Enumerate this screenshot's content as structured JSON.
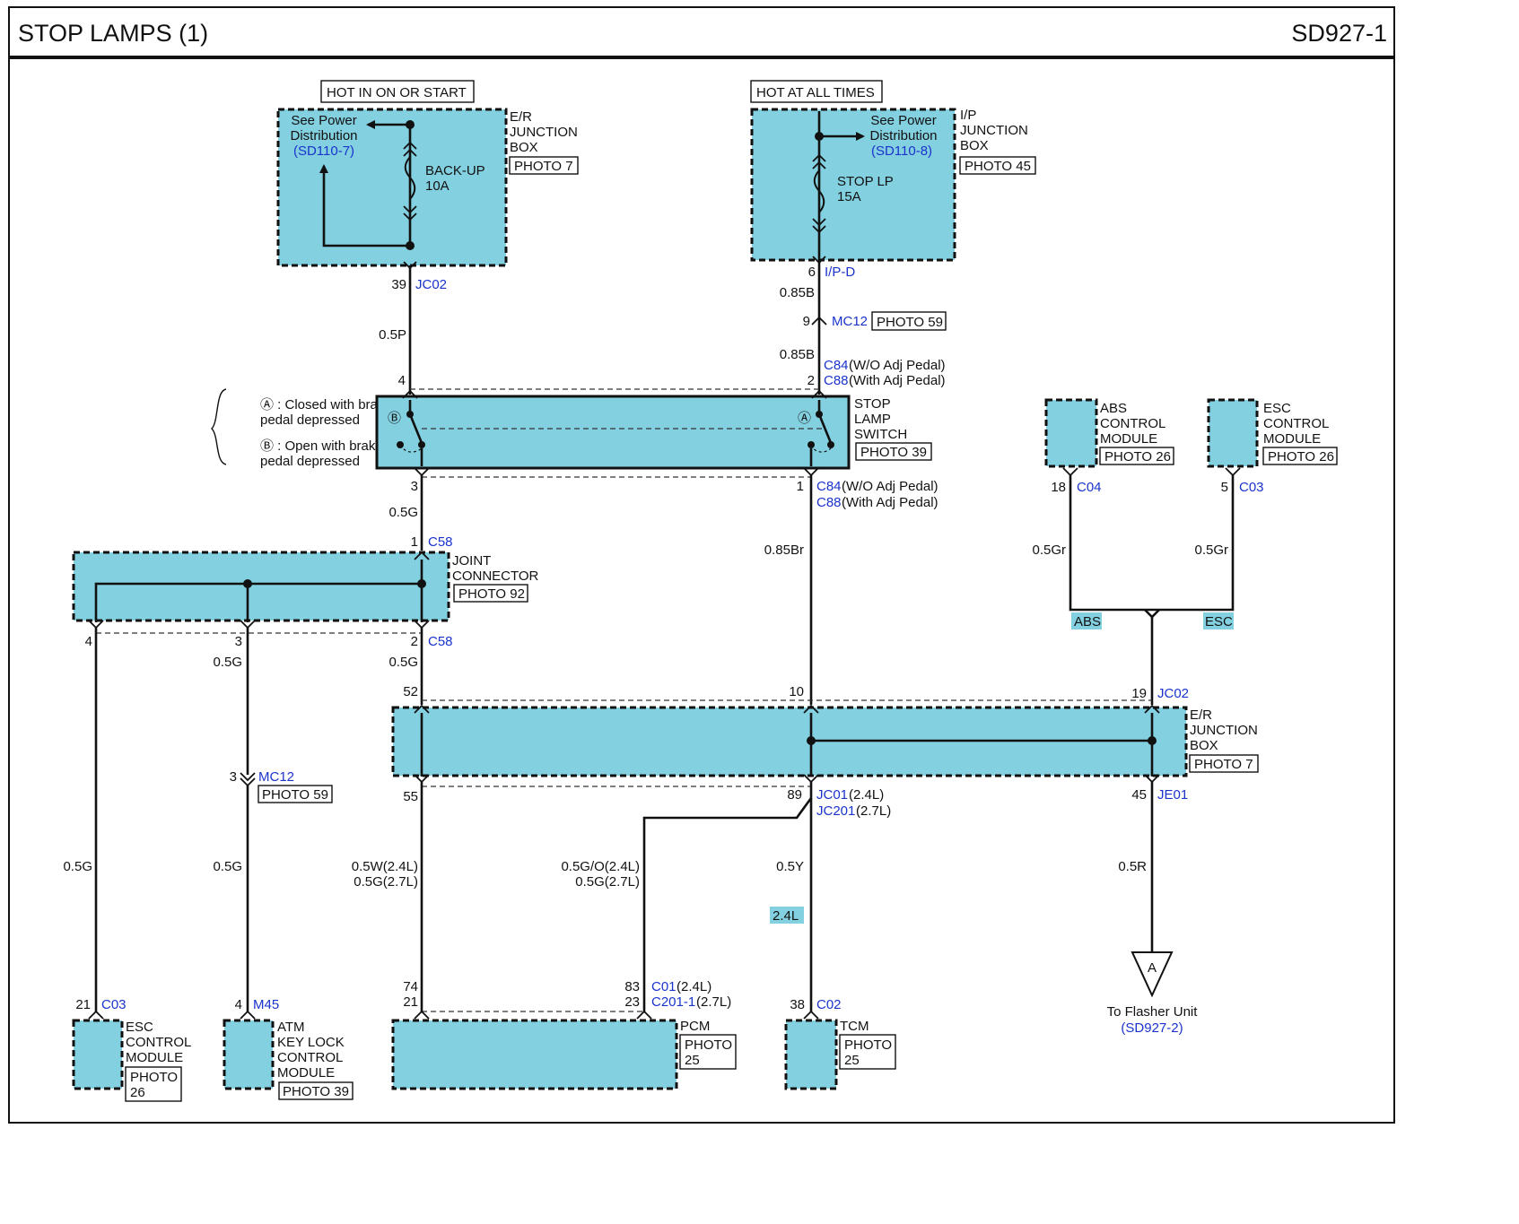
{
  "header": {
    "title": "STOP LAMPS (1)",
    "code": "SD927-1"
  },
  "power": {
    "left_label": "HOT IN ON OR START",
    "right_label": "HOT AT ALL TIMES"
  },
  "er_box_top": {
    "see_line1": "See Power",
    "see_line2": "Distribution",
    "ref": "(SD110-7)",
    "fuse_name": "BACK-UP",
    "fuse_rating": "10A",
    "name_lines": [
      "E/R",
      "JUNCTION",
      "BOX"
    ],
    "photo": "PHOTO 7"
  },
  "ip_box": {
    "see_line1": "See Power",
    "see_line2": "Distribution",
    "ref": "(SD110-8)",
    "fuse_name": "STOP LP",
    "fuse_rating": "15A",
    "name_lines": [
      "I/P",
      "JUNCTION",
      "BOX"
    ],
    "photo": "PHOTO 45"
  },
  "wires": {
    "jc02_pin": "39",
    "jc02": "JC02",
    "w_05p": "0.5P",
    "ipd_pin": "6",
    "ipd": "I/P-D",
    "w_085b_1": "0.85B",
    "mc12_pin": "9",
    "mc12": "MC12",
    "mc12_photo": "PHOTO 59",
    "w_085b_2": "0.85B",
    "sw_pin4": "4",
    "sw_pin2": "2",
    "sw_conn_a": "C84",
    "sw_conn_a_note": "(W/O Adj Pedal)",
    "sw_conn_b": "C88",
    "sw_conn_b_note": "(With Adj Pedal)",
    "sw_pin3": "3",
    "sw_pin1": "1",
    "sw_conn_c": "C84",
    "sw_conn_c_note": "(W/O Adj Pedal)",
    "sw_conn_d": "C88",
    "sw_conn_d_note": "(With Adj Pedal)",
    "w_05g_1": "0.5G",
    "w_085br": "0.85Br",
    "c58_pin1": "1",
    "c58_a": "C58",
    "jc_pin4": "4",
    "jc_pin3": "3",
    "jc_pin2": "2",
    "c58_b": "C58",
    "w_05g_2": "0.5G",
    "w_05g_3": "0.5G",
    "mc12b_pin": "3",
    "mc12b": "MC12",
    "mc12b_photo": "PHOTO 59",
    "w_05g_4": "0.5G",
    "w_05g_5": "0.5G",
    "abs_pin": "18",
    "abs_conn": "C04",
    "esc_pin": "5",
    "esc_conn": "C03",
    "w_05gr_1": "0.5Gr",
    "w_05gr_2": "0.5Gr",
    "abs_tag": "ABS",
    "esc_tag": "ESC",
    "er_pin52": "52",
    "er_pin10": "10",
    "er_pin19": "19",
    "er_jc02": "JC02",
    "er_pin55": "55",
    "er_pin89": "89",
    "er_pin45": "45",
    "er_jc01": "JC01",
    "er_jc01_note": "(2.4L)",
    "er_jc201": "JC201",
    "er_jc201_note": "(2.7L)",
    "er_je01": "JE01",
    "w_05w": "0.5W(2.4L)",
    "w_05g_27": "0.5G(2.7L)",
    "w_05go": "0.5G/O(2.4L)",
    "w_05g_27b": "0.5G(2.7L)",
    "w_05y": "0.5Y",
    "tag_24l": "2.4L",
    "w_05r": "0.5R",
    "pcm_pin74": "74",
    "pcm_pin21": "21",
    "pcm_pin83": "83",
    "pcm_pin23": "23",
    "pcm_c01": "C01",
    "pcm_c01_note": "(2.4L)",
    "pcm_c201": "C201-1",
    "pcm_c201_note": "(2.7L)",
    "esc_b_pin": "21",
    "esc_b_conn": "C03",
    "atm_pin": "4",
    "atm_conn": "M45",
    "tcm_pin": "38",
    "tcm_conn": "C02"
  },
  "switch": {
    "legend_a": "Ⓐ : Closed with brake",
    "legend_a2": "pedal depressed",
    "legend_b": "Ⓑ : Open with brake",
    "legend_b2": "pedal depressed",
    "mark_a": "Ⓐ",
    "mark_b": "Ⓑ",
    "name_lines": [
      "STOP",
      "LAMP",
      "SWITCH"
    ],
    "photo": "PHOTO 39"
  },
  "joint": {
    "name_lines": [
      "JOINT",
      "CONNECTOR"
    ],
    "photo": "PHOTO 92"
  },
  "abs_module": {
    "name_lines": [
      "ABS",
      "CONTROL",
      "MODULE"
    ],
    "photo": "PHOTO 26"
  },
  "esc_module_top": {
    "name_lines": [
      "ESC",
      "CONTROL",
      "MODULE"
    ],
    "photo": "PHOTO 26"
  },
  "er_box_mid": {
    "name_lines": [
      "E/R",
      "JUNCTION",
      "BOX"
    ],
    "photo": "PHOTO 7"
  },
  "esc_module_bottom": {
    "name_lines": [
      "ESC",
      "CONTROL",
      "MODULE"
    ],
    "photo_lines": [
      "PHOTO",
      "26"
    ]
  },
  "atm_module": {
    "name_lines": [
      "ATM",
      "KEY LOCK",
      "CONTROL",
      "MODULE"
    ],
    "photo": "PHOTO 39"
  },
  "pcm": {
    "name": "PCM",
    "photo_lines": [
      "PHOTO",
      "25"
    ]
  },
  "tcm": {
    "name": "TCM",
    "photo_lines": [
      "PHOTO",
      "25"
    ]
  },
  "flasher": {
    "letter": "A",
    "label": "To Flasher Unit",
    "ref": "(SD927-2)"
  }
}
